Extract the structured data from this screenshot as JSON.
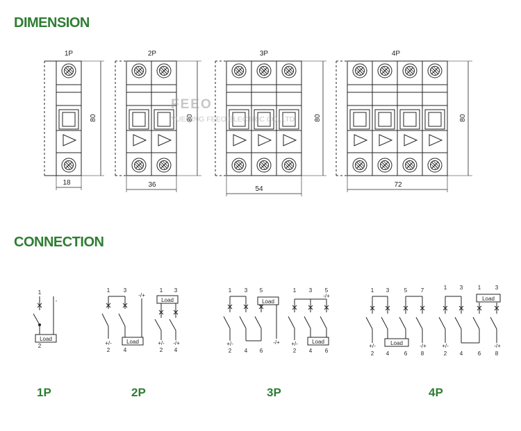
{
  "headings": {
    "dimension": "DIMENSION",
    "connection": "CONNECTION"
  },
  "watermark": {
    "brand": "FEEO",
    "company": "YUEQING FEEO ELECTRIC CO.,LTD"
  },
  "dimension": {
    "breakers": [
      {
        "label": "1P",
        "width": "18",
        "height": "80"
      },
      {
        "label": "2P",
        "width": "36",
        "height": "80"
      },
      {
        "label": "3P",
        "width": "54",
        "height": "80"
      },
      {
        "label": "4P",
        "width": "72",
        "height": "80"
      }
    ]
  },
  "connection": {
    "load_label": "Load",
    "pole_labels": [
      "1P",
      "2P",
      "3P",
      "4P"
    ],
    "p1": {
      "top": [
        "1"
      ],
      "bottom": [
        "2"
      ],
      "pol": "-"
    },
    "p2a": {
      "top": [
        "1",
        "3",
        "-/+"
      ],
      "bottom": [
        "+/-",
        "2",
        "4"
      ]
    },
    "p2b": {
      "top": [
        "1",
        "3"
      ],
      "bottom": [
        "+/-",
        "-/+",
        "2",
        "4"
      ]
    },
    "p3a": {
      "top": [
        "1",
        "3",
        "5"
      ],
      "bottom": [
        "+/-",
        "-/+",
        "2",
        "4",
        "6"
      ]
    },
    "p3b": {
      "top": [
        "1",
        "3",
        "5",
        "-/+"
      ],
      "bottom": [
        "+/-",
        "2",
        "4",
        "6"
      ]
    },
    "p4a": {
      "top": [
        "1",
        "3",
        "5",
        "7"
      ],
      "bottom": [
        "+/-",
        "-/+",
        "2",
        "4",
        "6",
        "8"
      ]
    },
    "p4b": {
      "top": [
        "1",
        "3",
        "1",
        "3"
      ],
      "bottom": [
        "+/-",
        "-/+",
        "2",
        "4",
        "6",
        "8"
      ]
    }
  },
  "colors": {
    "heading": "#2e7d32",
    "line": "#222222"
  }
}
